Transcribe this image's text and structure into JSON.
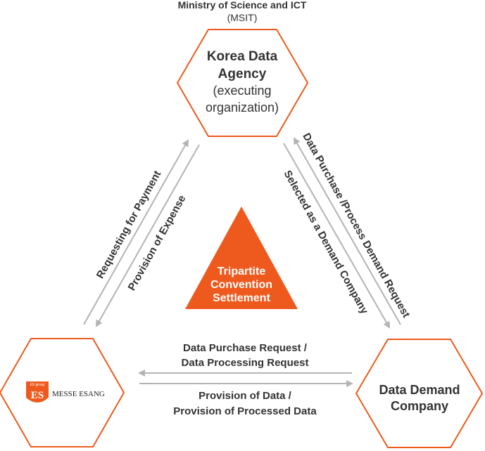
{
  "header": {
    "ministry_line1": "Ministry of Science and ICT",
    "ministry_line2": "(MSIT)"
  },
  "top_node": {
    "line1": "Korea Data",
    "line2": "Agency",
    "line3": "(executing",
    "line4": "organization)"
  },
  "center": {
    "line1": "Tripartite",
    "line2": "Convention",
    "line3": "Settlement"
  },
  "left_node": {
    "logo_badge_top": "ES group",
    "logo_letters": "ES",
    "logo_text": "MESSE ESANG"
  },
  "right_node": {
    "line1": "Data Demand",
    "line2": "Company"
  },
  "labels": {
    "requesting_payment": "Requesting for Payment",
    "provision_expense": "Provision of Expense",
    "selected_demand": "Selected as a Demand Company",
    "data_purchase_process": "Data Purchase /Process Demand Request",
    "bottom_top_line1": "Data Purchase Request /",
    "bottom_top_line2": "Data Processing Request",
    "bottom_bottom_line1": "Provision of Data /",
    "bottom_bottom_line2": "Provision of Processed Data"
  },
  "colors": {
    "accent": "#ee5a1e",
    "arrow": "#b3b3b3",
    "text": "#333333"
  }
}
